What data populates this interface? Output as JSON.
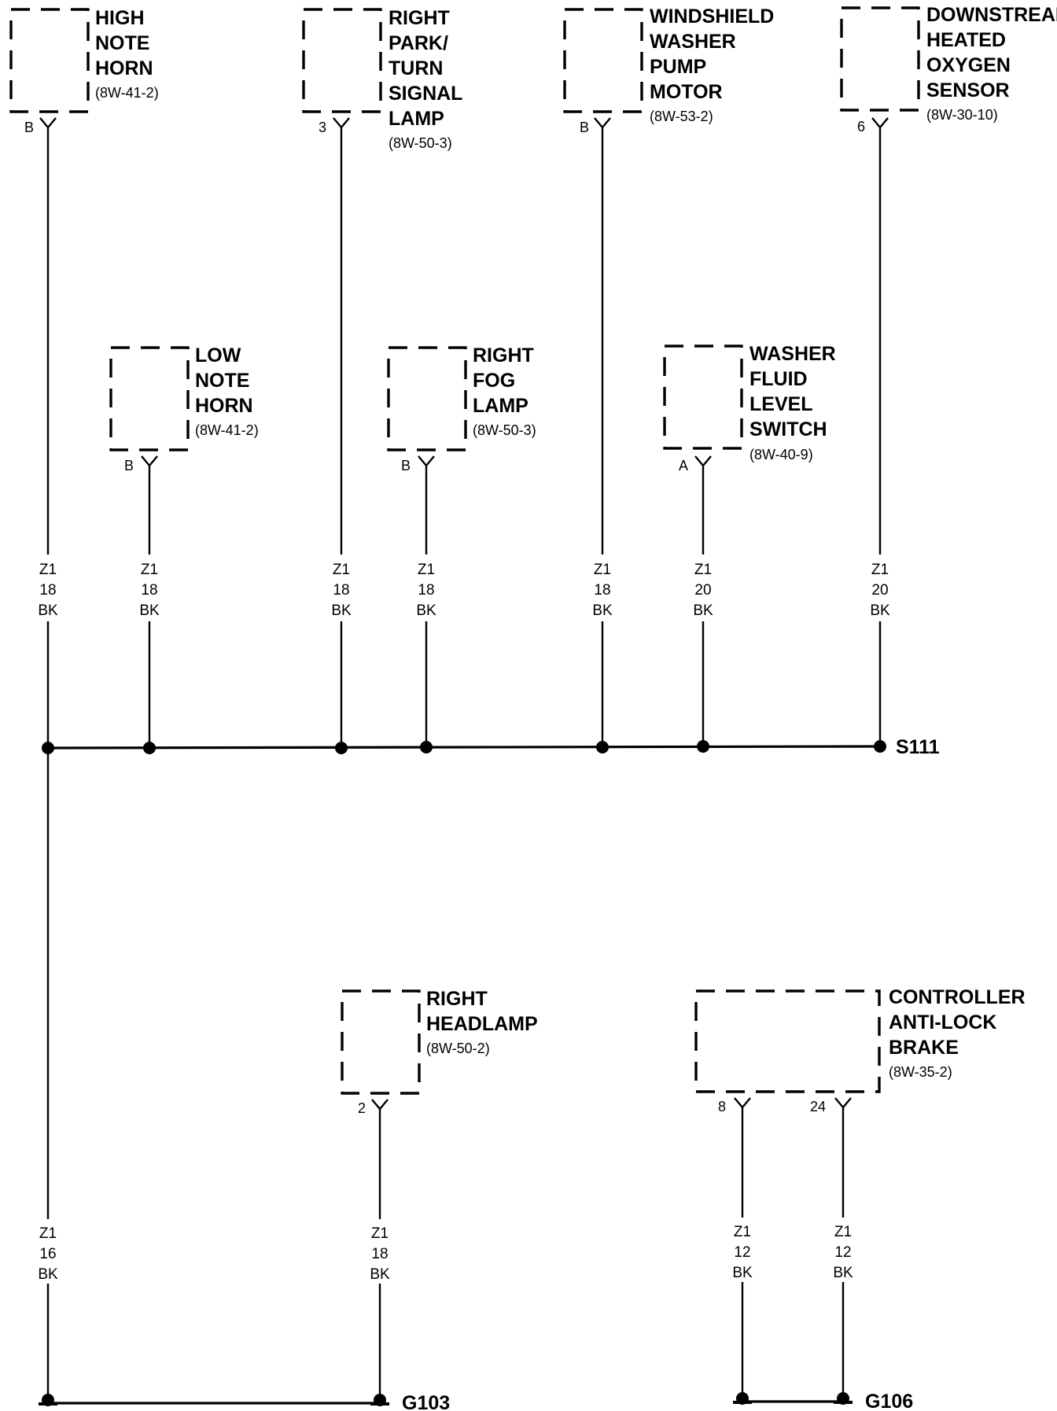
{
  "components": [
    {
      "id": "high-note-horn",
      "lines": [
        "HIGH",
        "NOTE",
        "HORN"
      ],
      "ref": "(8W-41-2)",
      "pin": "B"
    },
    {
      "id": "right-park-turn-signal-lamp",
      "lines": [
        "RIGHT",
        "PARK/",
        "TURN",
        "SIGNAL",
        "LAMP"
      ],
      "ref": "(8W-50-3)",
      "pin": "3"
    },
    {
      "id": "windshield-washer-pump-motor",
      "lines": [
        "WINDSHIELD",
        "WASHER",
        "PUMP",
        "MOTOR"
      ],
      "ref": "(8W-53-2)",
      "pin": "B"
    },
    {
      "id": "downstream-heated-oxygen-sensor",
      "lines": [
        "DOWNSTREAM",
        "HEATED",
        "OXYGEN",
        "SENSOR"
      ],
      "ref": "(8W-30-10)",
      "pin": "6"
    },
    {
      "id": "low-note-horn",
      "lines": [
        "LOW",
        "NOTE",
        "HORN"
      ],
      "ref": "(8W-41-2)",
      "pin": "B"
    },
    {
      "id": "right-fog-lamp",
      "lines": [
        "RIGHT",
        "FOG",
        "LAMP"
      ],
      "ref": "(8W-50-3)",
      "pin": "B"
    },
    {
      "id": "washer-fluid-level-switch",
      "lines": [
        "WASHER",
        "FLUID",
        "LEVEL",
        "SWITCH"
      ],
      "ref": "(8W-40-9)",
      "pin": "A"
    },
    {
      "id": "right-headlamp",
      "lines": [
        "RIGHT",
        "HEADLAMP"
      ],
      "ref": "(8W-50-2)",
      "pin": "2"
    },
    {
      "id": "controller-anti-lock-brake",
      "lines": [
        "CONTROLLER",
        "ANTI-LOCK",
        "BRAKE"
      ],
      "ref": "(8W-35-2)",
      "pins": [
        "8",
        "24"
      ]
    }
  ],
  "wires": [
    {
      "id": "high-note-horn",
      "circuit": "Z1",
      "gauge": "18",
      "color": "BK"
    },
    {
      "id": "low-note-horn",
      "circuit": "Z1",
      "gauge": "18",
      "color": "BK"
    },
    {
      "id": "right-park-turn",
      "circuit": "Z1",
      "gauge": "18",
      "color": "BK"
    },
    {
      "id": "right-fog-lamp",
      "circuit": "Z1",
      "gauge": "18",
      "color": "BK"
    },
    {
      "id": "washer-pump",
      "circuit": "Z1",
      "gauge": "18",
      "color": "BK"
    },
    {
      "id": "washer-level-switch",
      "circuit": "Z1",
      "gauge": "20",
      "color": "BK"
    },
    {
      "id": "oxygen-sensor",
      "circuit": "Z1",
      "gauge": "20",
      "color": "BK"
    },
    {
      "id": "splice-to-ground",
      "circuit": "Z1",
      "gauge": "16",
      "color": "BK"
    },
    {
      "id": "right-headlamp",
      "circuit": "Z1",
      "gauge": "18",
      "color": "BK"
    },
    {
      "id": "abs-pin-8",
      "circuit": "Z1",
      "gauge": "12",
      "color": "BK"
    },
    {
      "id": "abs-pin-24",
      "circuit": "Z1",
      "gauge": "12",
      "color": "BK"
    }
  ],
  "nodes": {
    "splice": "S111",
    "ground_left": "G103",
    "ground_right": "G106"
  }
}
